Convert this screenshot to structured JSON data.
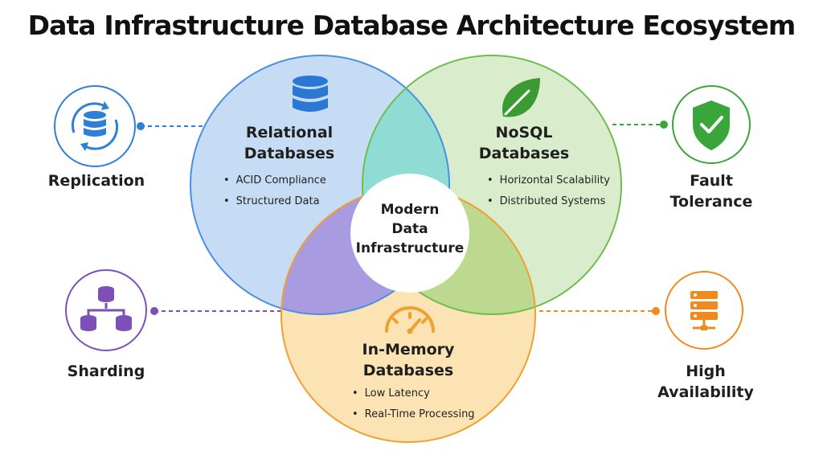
{
  "title": "Data Infrastructure Database Architecture Ecosystem",
  "center": {
    "lines": [
      "Modern",
      "Data",
      "Infrastructure"
    ]
  },
  "sets": {
    "relational": {
      "title_lines": [
        "Relational",
        "Databases"
      ],
      "bullets": [
        "ACID Compliance",
        "Structured Data"
      ],
      "icon": "database-stack-icon",
      "color": "#4a90e2",
      "fill": "#c6dcf5"
    },
    "nosql": {
      "title_lines": [
        "NoSQL",
        "Databases"
      ],
      "bullets": [
        "Horizontal Scalability",
        "Distributed Systems"
      ],
      "icon": "leaf-icon",
      "color": "#6dbf4b",
      "fill": "#d9edcd"
    },
    "inmemory": {
      "title_lines": [
        "In-Memory",
        "Databases"
      ],
      "bullets": [
        "Low Latency",
        "Real-Time Processing"
      ],
      "icon": "speedometer-icon",
      "color": "#f0a030",
      "fill": "#fbe3b4"
    }
  },
  "overlap_colors": {
    "relational_nosql": "#8fdcd4",
    "relational_inmemory": "#a89be0",
    "nosql_inmemory": "#bcd98f"
  },
  "features": {
    "replication": {
      "label_lines": [
        "Replication"
      ],
      "icon": "replication-icon",
      "color": "#2f7fd8"
    },
    "fault_tolerance": {
      "label_lines": [
        "Fault",
        "Tolerance"
      ],
      "icon": "shield-check-icon",
      "color": "#3aa53a"
    },
    "sharding": {
      "label_lines": [
        "Sharding"
      ],
      "icon": "sharding-icon",
      "color": "#7d4fb8"
    },
    "high_availability": {
      "label_lines": [
        "High",
        "Availability"
      ],
      "icon": "server-rack-icon",
      "color": "#f08a1c"
    }
  }
}
